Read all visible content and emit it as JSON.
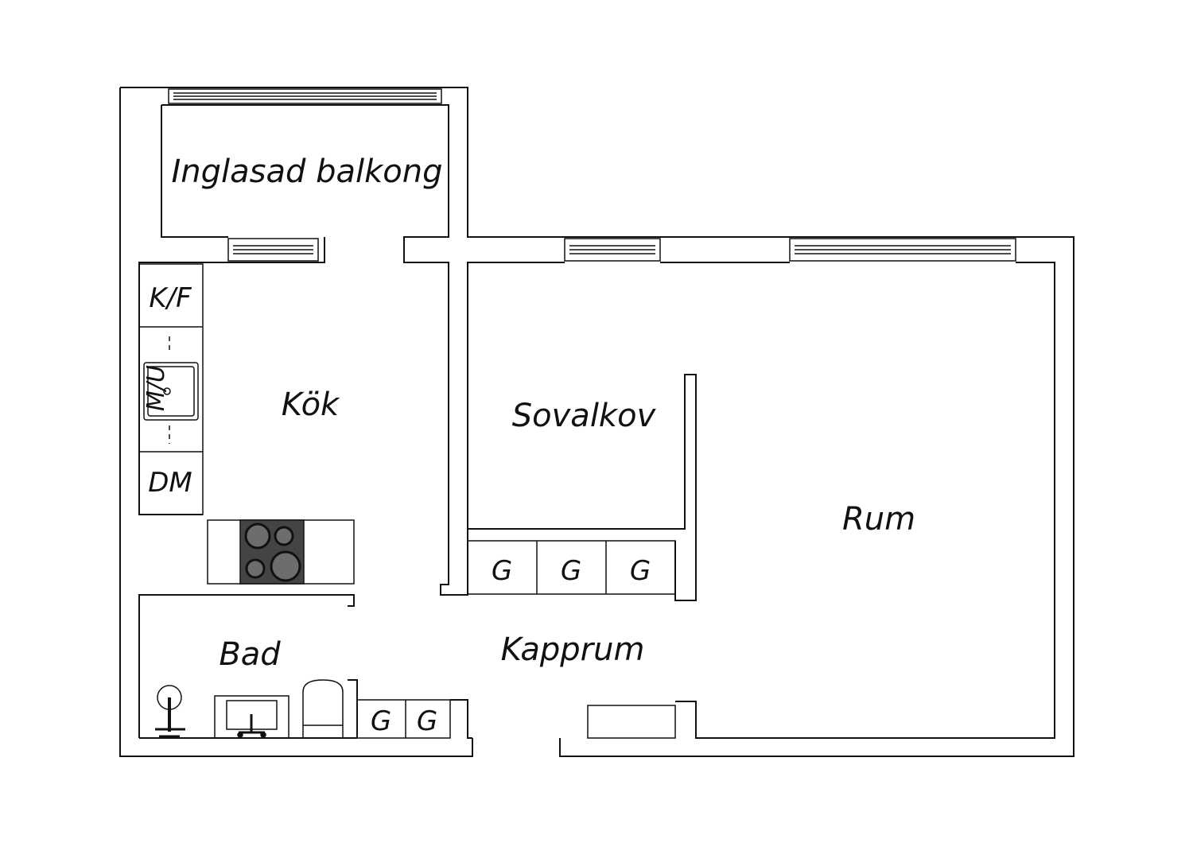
{
  "rooms": {
    "balcony": "Inglasad balkong",
    "kitchen": "Kök",
    "alcove": "Sovalkov",
    "living": "Rum",
    "hall": "Kapprum",
    "bath": "Bad"
  },
  "fixtures": {
    "fridge_freezer": "K/F",
    "dishwasher": "DM",
    "microwave": "M/U",
    "wardrobe_label": "G"
  },
  "colors": {
    "wall": "#111111",
    "background": "#ffffff",
    "stove": "#444444"
  }
}
